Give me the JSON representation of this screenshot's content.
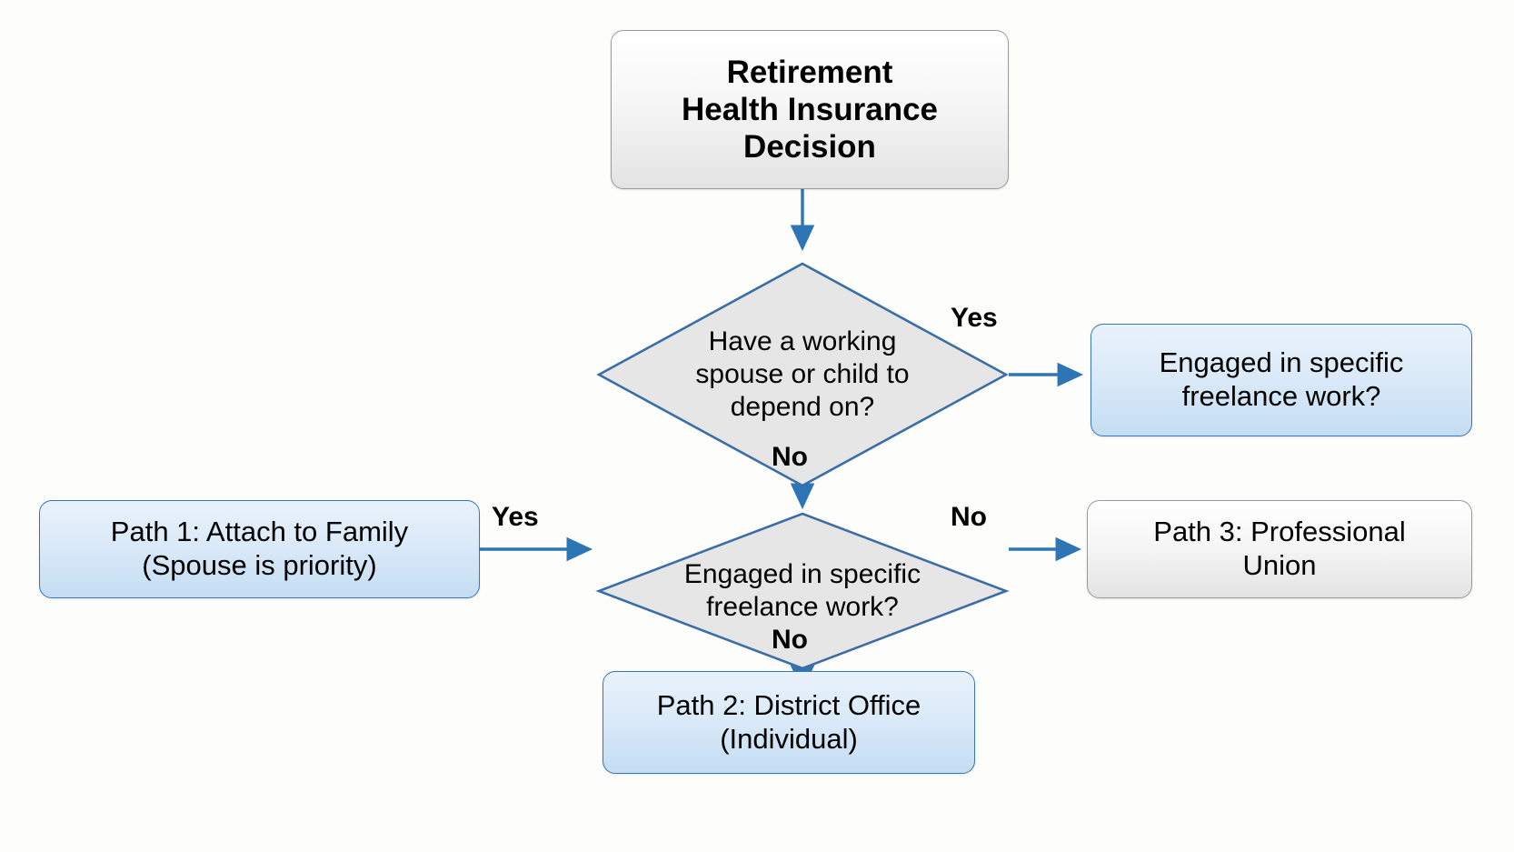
{
  "diagram": {
    "title": "Retirement Health Insurance Decision",
    "background_color": "#fdfdfb",
    "arrow_color": "#2e75b6",
    "decision_fill": "#e6e6e6",
    "decision_border": "#3b6ea5",
    "blue_node_fill": "#dbeaf8",
    "blue_node_border": "#3b76b4",
    "gray_node_fill": "#e9e9e9",
    "gray_node_border": "#9b9b9b"
  },
  "nodes": {
    "title": {
      "label": "Retirement\nHealth Insurance\nDecision",
      "shape": "rounded-rectangle",
      "style": "gray"
    },
    "dependent_question": {
      "label": "Have a working\nspouse or child to\ndepend on?",
      "shape": "diamond",
      "style": "gray"
    },
    "freelance_question_right": {
      "label": "Engaged in specific\nfreelance work?",
      "shape": "rounded-rectangle",
      "style": "blue"
    },
    "freelance_question": {
      "label": "Engaged in specific\nfreelance work?",
      "shape": "diamond",
      "style": "gray"
    },
    "path1": {
      "label": "Path 1: Attach to Family\n(Spouse is priority)",
      "shape": "rounded-rectangle",
      "style": "blue"
    },
    "path2": {
      "label": "Path 2: District Office\n(Individual)",
      "shape": "rounded-rectangle",
      "style": "blue"
    },
    "path3": {
      "label": "Path 3: Professional\nUnion",
      "shape": "rounded-rectangle",
      "style": "gray"
    }
  },
  "edges": {
    "title_to_dependent": {
      "label": "",
      "from": "title",
      "to": "dependent_question"
    },
    "dependent_yes": {
      "label": "Yes",
      "from": "dependent_question",
      "to": "freelance_question_right"
    },
    "dependent_no": {
      "label": "No",
      "from": "dependent_question",
      "to": "freelance_question"
    },
    "freelance_yes": {
      "label": "Yes",
      "from": "path1",
      "to": "freelance_question"
    },
    "freelance_no_right": {
      "label": "No",
      "from": "freelance_question",
      "to": "path3"
    },
    "freelance_no_down": {
      "label": "No",
      "from": "freelance_question",
      "to": "path2"
    }
  }
}
